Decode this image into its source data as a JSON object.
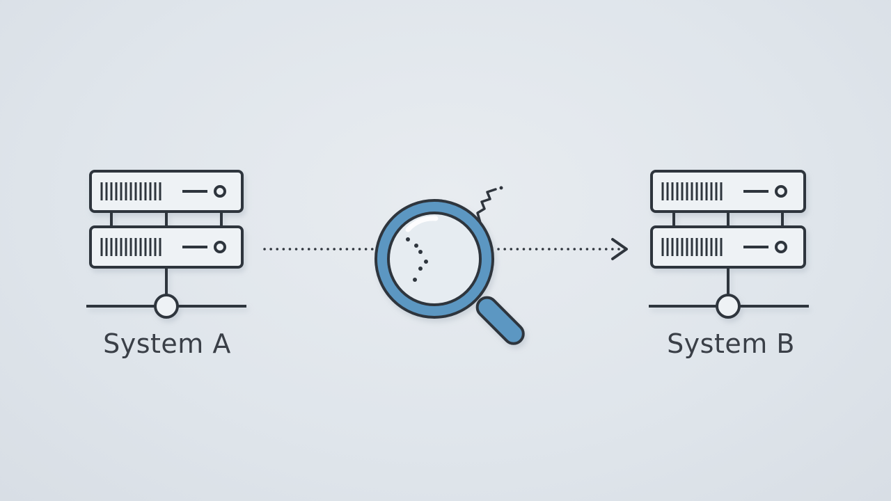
{
  "nodes": [
    {
      "id": "system-a",
      "label": "System A"
    },
    {
      "id": "system-b",
      "label": "System B"
    }
  ],
  "connection": {
    "from": "system-a",
    "to": "system-b",
    "style": "dotted",
    "direction": "forward",
    "inspector_icon": "magnifying-glass-icon"
  },
  "colors": {
    "stroke": "#2f353d",
    "accent": "#5b97c2",
    "lens_fill": "#e6ecf1",
    "background": "#dfe5eb"
  }
}
